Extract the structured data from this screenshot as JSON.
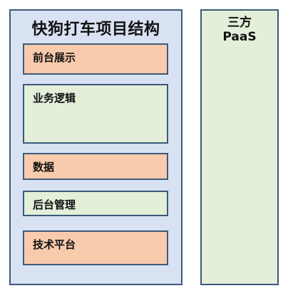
{
  "main_panel": {
    "title": "快狗打车项目结构",
    "blocks": [
      {
        "label": "前台展示",
        "color": "#f8cbad"
      },
      {
        "label": "业务逻辑",
        "color": "#e3efd9"
      },
      {
        "label": "数据",
        "color": "#f8cbad"
      },
      {
        "label": "后台管理",
        "color": "#e3efd9"
      },
      {
        "label": "技术平台",
        "color": "#f8cbad"
      }
    ],
    "background": "#d8e2f2"
  },
  "side_panel": {
    "title_line1": "三方",
    "title_line2": "PaaS",
    "background": "#e3efd9"
  },
  "colors": {
    "border": "#3b5a7a",
    "text": "#111111"
  }
}
